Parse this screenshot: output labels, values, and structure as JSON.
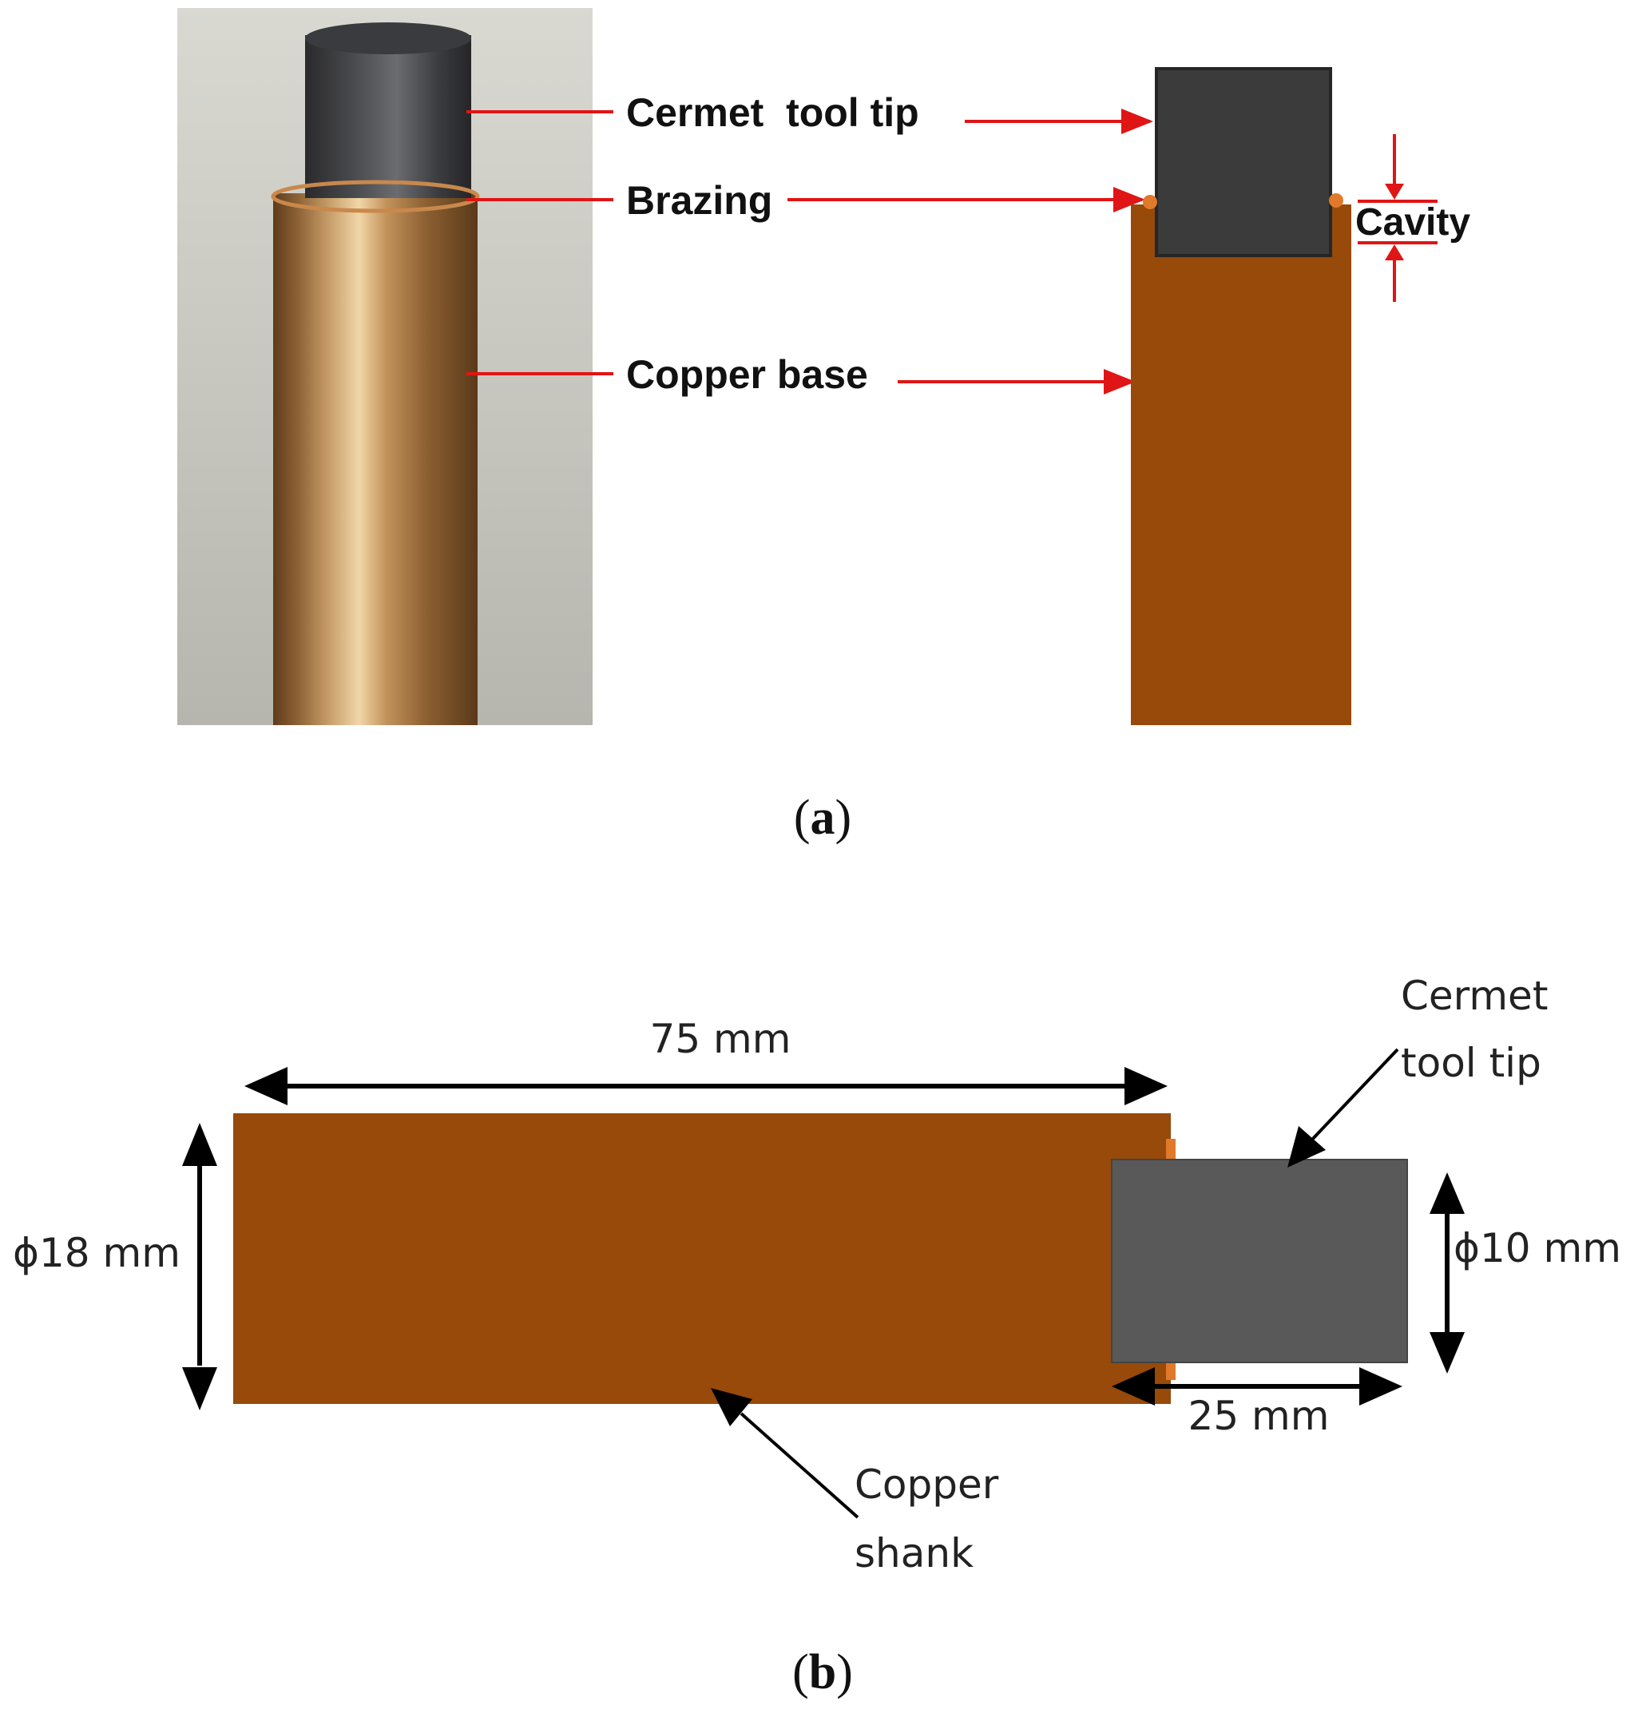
{
  "panel_a": {
    "photo_labels": {
      "tip": "Cermet  tool tip",
      "brazing": "Brazing",
      "base": "Copper base"
    },
    "cavity_label": "Cavity",
    "caption_letter": "a"
  },
  "panel_b": {
    "length_label": "75 mm",
    "diameter_shank_label": "ϕ18 mm",
    "diameter_tip_label": "ϕ10 mm",
    "tip_length_label": "25 mm",
    "tip_label_line1": "Cermet",
    "tip_label_line2": "tool tip",
    "shank_label_line1": "Copper",
    "shank_label_line2": "shank",
    "caption_letter": "b"
  },
  "colors": {
    "copper": "#974a0a",
    "cermet_dark": "#3b3b3b",
    "cermet_grey": "#595959",
    "arrow_red": "#e01515",
    "brazing": "#e0792a"
  }
}
